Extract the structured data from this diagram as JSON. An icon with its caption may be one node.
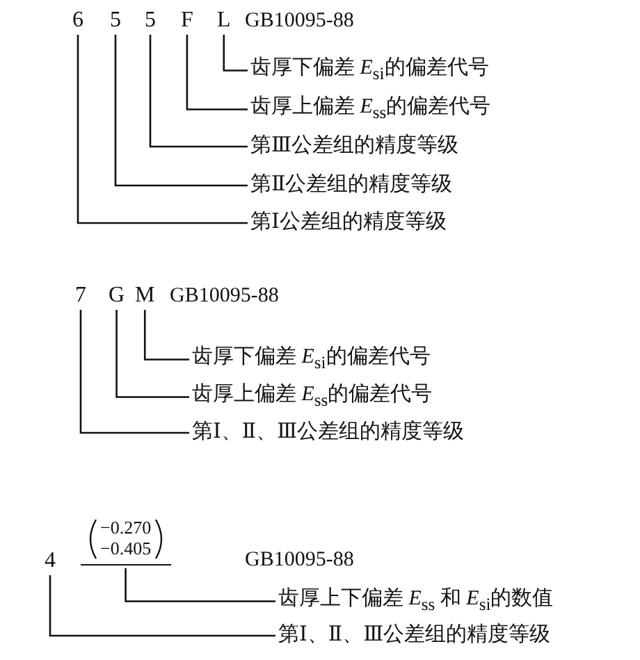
{
  "diagram": {
    "nodes": [
      {
        "text": [
          "6"
        ]
      },
      {
        "text": [
          "5"
        ]
      },
      {
        "text": [
          "5"
        ]
      },
      {
        "text": [
          "F"
        ]
      },
      {
        "text": [
          "L"
        ]
      },
      {
        "text": [
          "齿厚下偏差 *E*$_{si}$的偏差代号"
        ]
      },
      {
        "text": [
          "齿厚上偏差 *E*$_{ss}$的偏差代号"
        ]
      },
      {
        "text": [
          "第Ⅲ公差组的精度等级"
        ]
      },
      {
        "text": [
          "第Ⅱ公差组的精度等级"
        ]
      },
      {
        "text": [
          "第Ⅰ公差组的精度等级"
        ]
      },
      {
        "text": [
          "7"
        ]
      },
      {
        "text": [
          "G"
        ]
      },
      {
        "text": [
          "M"
        ]
      },
      {
        "text": [
          "齿厚下偏差 *E*$_{si}$的偏差代号"
        ]
      },
      {
        "text": [
          "齿厚上偏差 *E*$_{ss}$的偏差代号"
        ]
      },
      {
        "text": [
          "第Ⅰ、Ⅱ、Ⅲ公差组的精度等级"
        ]
      },
      {
        "text": [
          "4"
        ]
      },
      {
        "text": [
          "−0.270",
          "−0.405"
        ]
      },
      {
        "text": [
          "齿厚上下偏差 *E*$_{ss}$ 和 *E*$_{si}$的数值"
        ]
      },
      {
        "text": [
          "第Ⅰ、Ⅱ、Ⅲ公差组的精度等级"
        ]
      }
    ],
    "edges": [
      {
        "from": 4,
        "to": 5,
        "arrow": "none"
      },
      {
        "from": 3,
        "to": 6,
        "arrow": "none"
      },
      {
        "from": 2,
        "to": 7,
        "arrow": "none"
      },
      {
        "from": 1,
        "to": 8,
        "arrow": "none"
      },
      {
        "from": 0,
        "to": 9,
        "arrow": "none"
      },
      {
        "from": 12,
        "to": 13,
        "arrow": "none"
      },
      {
        "from": 11,
        "to": 14,
        "arrow": "none"
      },
      {
        "from": 10,
        "to": 15,
        "arrow": "none"
      },
      {
        "from": 17,
        "to": 18,
        "arrow": "none"
      },
      {
        "from": 16,
        "to": 19,
        "arrow": "none"
      }
    ],
    "labels": [
      "GB10095-88",
      "GB10095-88",
      "GB10095-88"
    ]
  }
}
